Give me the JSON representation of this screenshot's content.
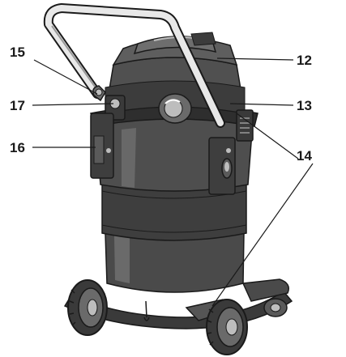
{
  "callouts": {
    "c12": "12",
    "c13": "13",
    "c14": "14",
    "c15": "15",
    "c16": "16",
    "c17": "17"
  },
  "colors": {
    "body": "#4a4a4a",
    "body_dark": "#2e2e2e",
    "body_light": "#6a6a6a",
    "highlight": "#bdbdbd",
    "line": "#1a1a1a"
  }
}
